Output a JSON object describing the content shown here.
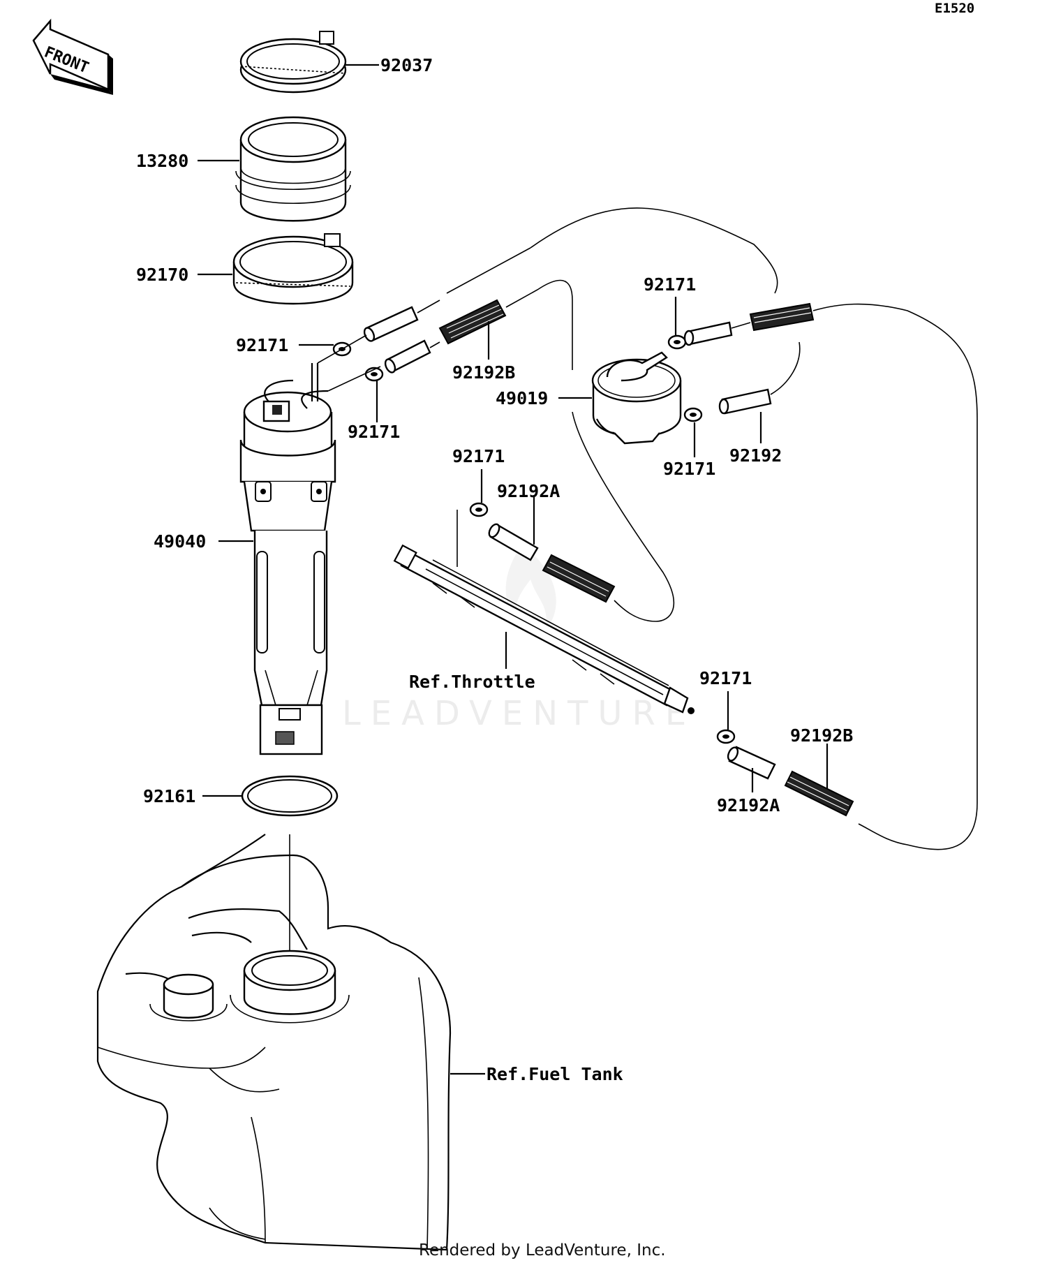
{
  "diagram_code": "E1520",
  "front_label": "FRONT",
  "labels": {
    "p92037": "92037",
    "p13280": "13280",
    "p92170": "92170",
    "p92171_a": "92171",
    "p92171_b": "92171",
    "p92192B_a": "92192B",
    "p92171_c": "92171",
    "p49019": "49019",
    "p92171_d": "92171",
    "p92192": "92192",
    "p92171_e": "92171",
    "p92192A_a": "92192A",
    "p49040": "49040",
    "ref_throttle": "Ref.Throttle",
    "p92171_f": "92171",
    "p92192B_b": "92192B",
    "p92192A_b": "92192A",
    "p92161": "92161",
    "ref_fuel_tank": "Ref.Fuel Tank"
  },
  "watermark": "LEADVENTURE",
  "footer": "Rendered by LeadVenture, Inc."
}
